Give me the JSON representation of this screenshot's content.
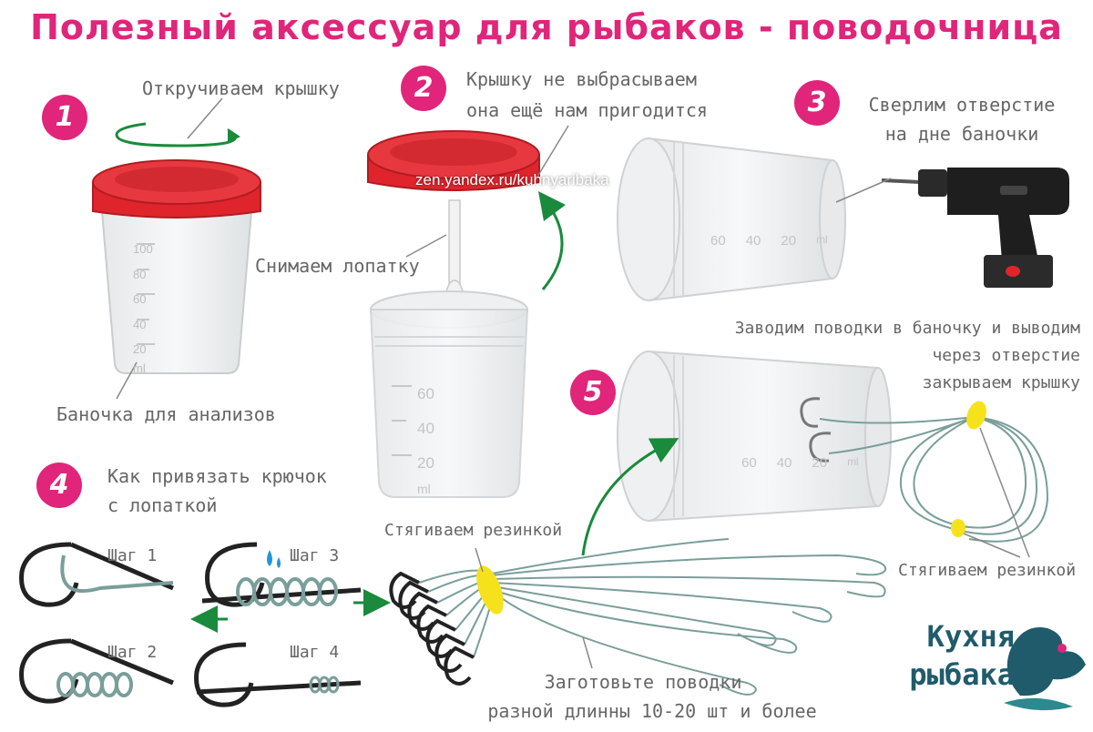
{
  "title": "Полезный аксессуар для рыбаков - поводочница",
  "watermark": "zen.yandex.ru/kuhnyaribaka",
  "steps": [
    {
      "number": "1",
      "text": "Откручиваем крышку"
    },
    {
      "number": "2",
      "text_line1": "Крышку не выбрасываем",
      "text_line2": "она ещё нам пригодится"
    },
    {
      "number": "3",
      "text_line1": "Сверлим отверстие",
      "text_line2": "на дне баночки"
    },
    {
      "number": "4",
      "text_line1": "Как привязать крючок",
      "text_line2": "с лопаткой"
    },
    {
      "number": "5",
      "text_line1": "Заводим поводки в баночку и выводим",
      "text_line2": "через отверстие",
      "text_line3": "закрываем крышку"
    }
  ],
  "labels": {
    "jar": "Баночка для анализов",
    "spatula": "Снимаем лопатку",
    "rubber_left": "Стягиваем резинкой",
    "rubber_right": "Стягиваем резинкой",
    "leaders_line1": "Заготовьте поводки",
    "leaders_line2": "разной длинны 10-20 шт и более"
  },
  "knot_steps": [
    "Шаг 1",
    "Шаг 2",
    "Шаг 3",
    "Шаг 4"
  ],
  "jar_scale_1": [
    "100",
    "80",
    "60",
    "40",
    "20",
    "ml"
  ],
  "jar_scale_2": [
    "60",
    "40",
    "20",
    "ml"
  ],
  "jar_scale_3": [
    "60",
    "40",
    "20",
    "ml"
  ],
  "jar_scale_5": [
    "60",
    "40",
    "20",
    "ml"
  ],
  "brand": {
    "line1": "Кухня",
    "line2": "рыбака"
  },
  "colors": {
    "accent": "#e0257a",
    "lid_red": "#e0242c",
    "arrow_green": "#1a8a3c",
    "line_teal": "#7a9e9a",
    "band_yellow": "#f6e21a",
    "brand_teal": "#1f5b6b"
  }
}
